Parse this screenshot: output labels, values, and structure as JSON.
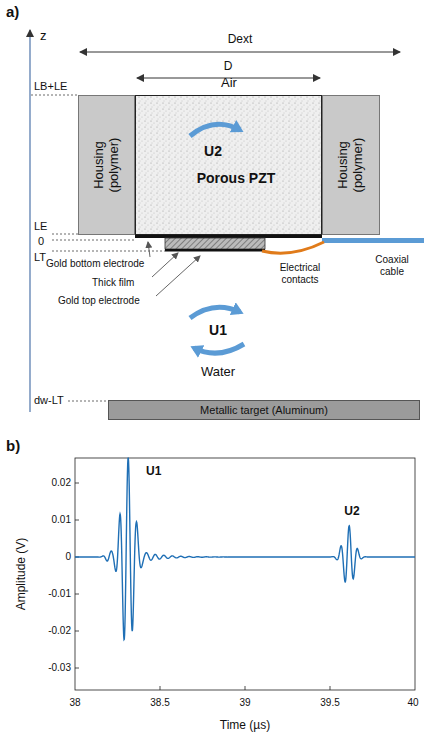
{
  "diagram": {
    "nodes": [
      {
        "text": [
          "Housing (polymer)"
        ]
      },
      {
        "text": [
          "Air",
          "U2",
          "Porous PZT"
        ]
      },
      {
        "text": [
          "Housing (polymer)"
        ]
      },
      {
        "text": [
          "Metallic target (Aluminum)"
        ]
      }
    ],
    "labels": [
      "a)",
      "z",
      "Dext",
      "D",
      "LB+LE",
      "LE",
      "0",
      "LT",
      "U1",
      "Water",
      "Gold bottom electrode",
      "Thick film",
      "Gold top electrode",
      "Electrical contacts",
      "Coaxial cable",
      "dw-LT",
      "b)",
      "0.02",
      "0.01",
      "0",
      "-0.01",
      "-0.02",
      "-0.03",
      "38",
      "38.5",
      "39",
      "39.5",
      "40",
      "U1",
      "U2",
      "Amplitude (V)",
      "Time (µs)"
    ]
  }
}
